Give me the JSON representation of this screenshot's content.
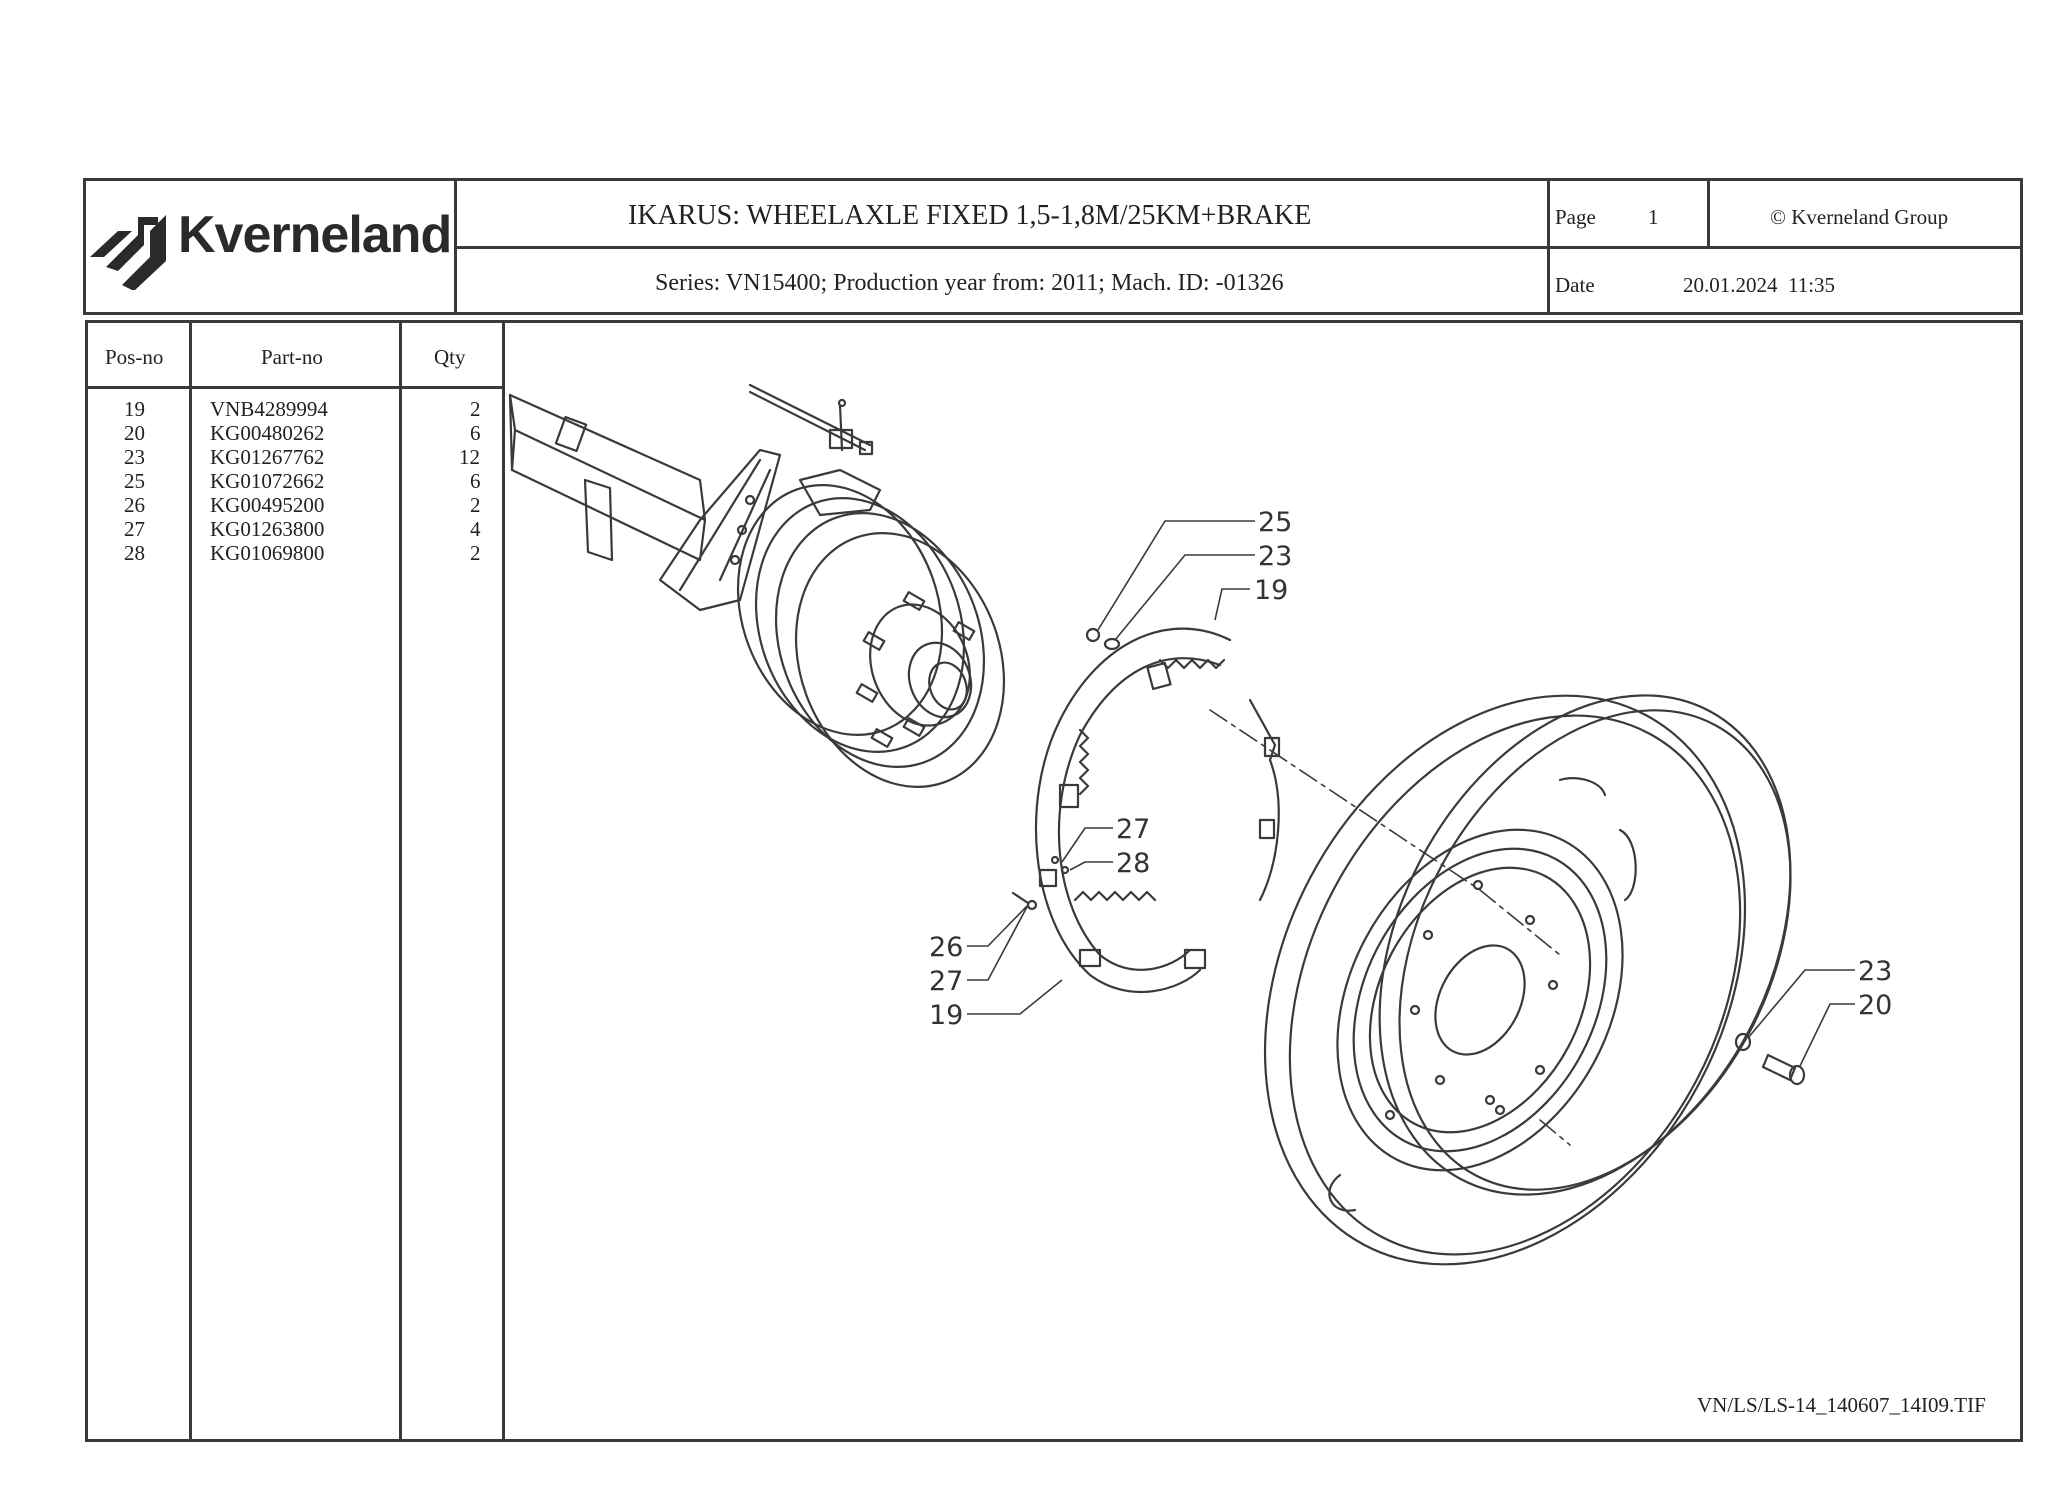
{
  "header": {
    "brand": "Kverneland",
    "title": "IKARUS: WHEELAXLE FIXED 1,5-1,8M/25KM+BRAKE",
    "series": "Series: VN15400; Production year from: 2011; Mach. ID: -01326",
    "page_label": "Page",
    "page_value": "1",
    "copyright": "© Kverneland Group",
    "date_label": "Date",
    "date_value": "20.01.2024  11:35"
  },
  "table": {
    "columns": [
      "Pos-no",
      "Part-no",
      "Qty"
    ],
    "rows": [
      {
        "pos": "19",
        "part": "VNB4289994",
        "qty": "2"
      },
      {
        "pos": "20",
        "part": "KG00480262",
        "qty": "6"
      },
      {
        "pos": "23",
        "part": "KG01267762",
        "qty": "12"
      },
      {
        "pos": "25",
        "part": "KG01072662",
        "qty": "6"
      },
      {
        "pos": "26",
        "part": "KG00495200",
        "qty": "2"
      },
      {
        "pos": "27",
        "part": "KG01263800",
        "qty": "4"
      },
      {
        "pos": "28",
        "part": "KG01069800",
        "qty": "2"
      }
    ]
  },
  "drawing": {
    "callouts": {
      "c25": "25",
      "c23a": "23",
      "c19a": "19",
      "c27a": "27",
      "c28": "28",
      "c26": "26",
      "c27b": "27",
      "c19b": "19",
      "c23b": "23",
      "c20": "20"
    },
    "file_ref": "VN/LS/LS-14_140607_14I09.TIF"
  },
  "colors": {
    "line": "#3a3a3a",
    "text": "#222222"
  }
}
